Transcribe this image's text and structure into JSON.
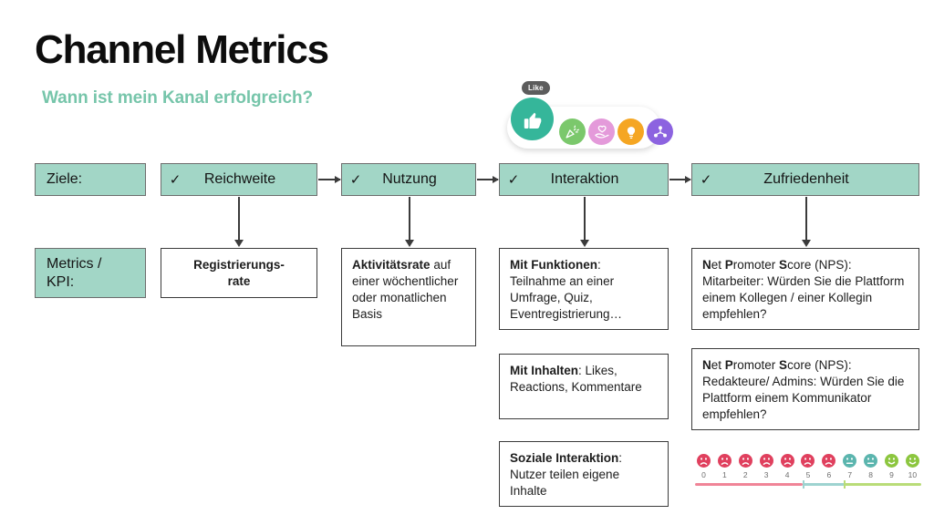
{
  "header": {
    "title": "Channel Metrics",
    "subtitle": "Wann ist mein Kanal erfolgreich?",
    "title_color": "#0d0d0d",
    "subtitle_color": "#76c5aa"
  },
  "reactions": {
    "tooltip": "Like",
    "items": [
      {
        "name": "thumbs-up-icon",
        "color": "#35b69a"
      },
      {
        "name": "celebrate-icon",
        "color": "#7bc86c"
      },
      {
        "name": "support-heart-hand-icon",
        "color": "#e49ada"
      },
      {
        "name": "insightful-bulb-icon",
        "color": "#f5a623"
      },
      {
        "name": "curious-icon",
        "color": "#8c63e0"
      }
    ]
  },
  "row_labels": {
    "goals": "Ziele:",
    "metrics": "Metrics /\nKPI:",
    "metrics_line1": "Metrics /",
    "metrics_line2": "KPI:"
  },
  "goals": [
    {
      "check": "✓",
      "label": "Reichweite"
    },
    {
      "check": "✓",
      "label": "Nutzung"
    },
    {
      "check": "✓",
      "label": "Interaktion"
    },
    {
      "check": "✓",
      "label": "Zufriedenheit"
    }
  ],
  "kpis": {
    "reichweite": [
      {
        "head": "Registrierungs-\nrate",
        "head_line1": "Registrierungs-",
        "head_line2": "rate",
        "body": ""
      }
    ],
    "nutzung": [
      {
        "head": "Aktivitätsrate",
        "body": "auf einer wöchentlicher oder monatlichen Basis"
      }
    ],
    "interaktion": [
      {
        "head": "Mit Funktionen",
        "body": "Teilnahme an einer Umfrage, Quiz, Eventregistrierung…"
      },
      {
        "head": "Mit Inhalten",
        "body": "Likes, Reactions, Kommentare"
      },
      {
        "head": "Soziale Interaktion",
        "body": "Nutzer teilen eigene Inhalte"
      }
    ],
    "zufriedenheit": [
      {
        "head": "Net Promoter Score (NPS)",
        "head_bold_initials": "NPS",
        "body": "Mitarbeiter: Würden Sie die Plattform einem Kollegen / einer Kollegin empfehlen?"
      },
      {
        "head": "Net Promoter Score (NPS)",
        "head_bold_initials": "NPS",
        "body": "Redakteure/ Admins: Würden Sie die Plattform einem Kommunikator empfehlen?"
      }
    ]
  },
  "nps_scale": {
    "values": [
      {
        "num": "0",
        "mood": "sad",
        "color": "#e0405e"
      },
      {
        "num": "1",
        "mood": "sad",
        "color": "#e0405e"
      },
      {
        "num": "2",
        "mood": "sad",
        "color": "#e0405e"
      },
      {
        "num": "3",
        "mood": "sad",
        "color": "#e0405e"
      },
      {
        "num": "4",
        "mood": "sad",
        "color": "#e0405e"
      },
      {
        "num": "5",
        "mood": "sad",
        "color": "#e0405e"
      },
      {
        "num": "6",
        "mood": "sad",
        "color": "#e0405e"
      },
      {
        "num": "7",
        "mood": "neutral",
        "color": "#5bb5ae"
      },
      {
        "num": "8",
        "mood": "neutral",
        "color": "#5bb5ae"
      },
      {
        "num": "9",
        "mood": "happy",
        "color": "#8cc63f"
      },
      {
        "num": "10",
        "mood": "happy",
        "color": "#8cc63f"
      }
    ],
    "segments": [
      {
        "name": "detractors",
        "color": "#f08497"
      },
      {
        "name": "passives",
        "color": "#9ed3d0"
      },
      {
        "name": "promoters",
        "color": "#b9dc78"
      }
    ]
  },
  "colors": {
    "accent_green": "#a2d6c6",
    "border": "#3b3b3b",
    "text": "#1c1c1c"
  }
}
